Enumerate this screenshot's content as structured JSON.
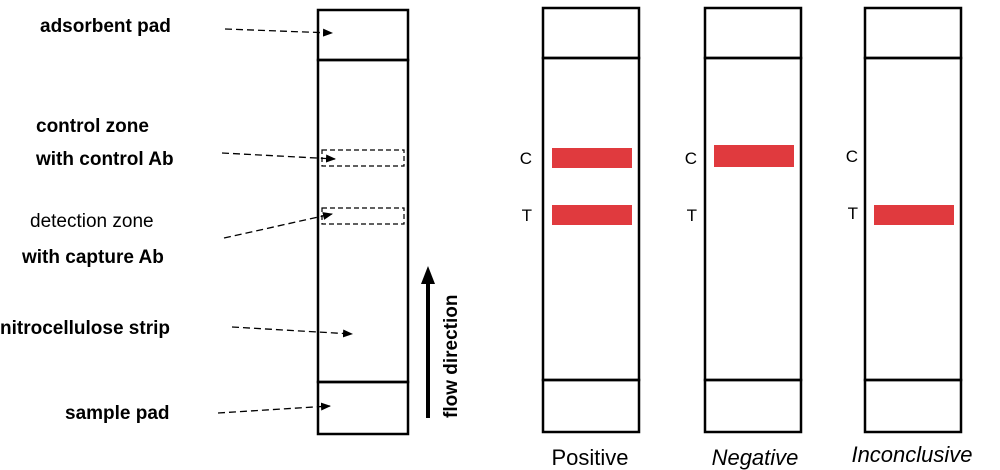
{
  "left_diagram": {
    "labels": {
      "adsorbent_pad": "adsorbent pad",
      "control_zone_1": "control zone",
      "control_zone_2": "with control Ab",
      "detection_zone_1": "detection zone",
      "detection_zone_2": "with capture Ab",
      "nitrocellulose": "nitrocellulose strip",
      "sample_pad": "sample pad",
      "flow_direction": "flow direction"
    }
  },
  "results": {
    "line_color": "#e03a3e",
    "control_marker": "C",
    "test_marker": "T",
    "strips": [
      {
        "caption": "Positive",
        "control_line": true,
        "test_line": true
      },
      {
        "caption": "Negative",
        "control_line": true,
        "test_line": false
      },
      {
        "caption": "Inconclusive",
        "control_line": false,
        "test_line": true
      }
    ]
  }
}
